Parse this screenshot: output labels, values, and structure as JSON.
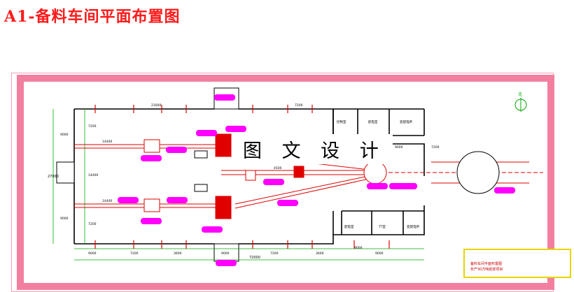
{
  "title": "A1-备料车间平面布置图",
  "watermark": "图 文 设 计",
  "dimensions": {
    "bottom_segments": [
      "9000",
      "7200",
      "3600",
      "9000",
      "7200",
      "3600",
      "9000"
    ],
    "bottom_total": "72000",
    "top_spans": [
      "21600",
      "7200"
    ],
    "left_heights": [
      "9000",
      "9000"
    ],
    "left_total": "27000",
    "inner_left": [
      "7200",
      "14400",
      "7200"
    ],
    "right_side": [
      "9000",
      "9000"
    ],
    "row_top": "14400",
    "row_bottom": "14400",
    "mid_h": "4500",
    "mid_h2": "7200"
  },
  "rooms": {
    "top": [
      "控制室",
      "配电室",
      "变配电所"
    ],
    "bottom": [
      "配电室",
      "TT室",
      "变配电所"
    ]
  },
  "north_arrow_label": "北",
  "titleblock": {
    "title": "备料车间平面布置图",
    "subtitle": "年产30万吨纸浆项目"
  },
  "colors": {
    "frame": "#f080a0",
    "line_red": "#e00000",
    "magenta": "#ff00ff",
    "wall": "#000000",
    "dim_green": "#00b000"
  }
}
